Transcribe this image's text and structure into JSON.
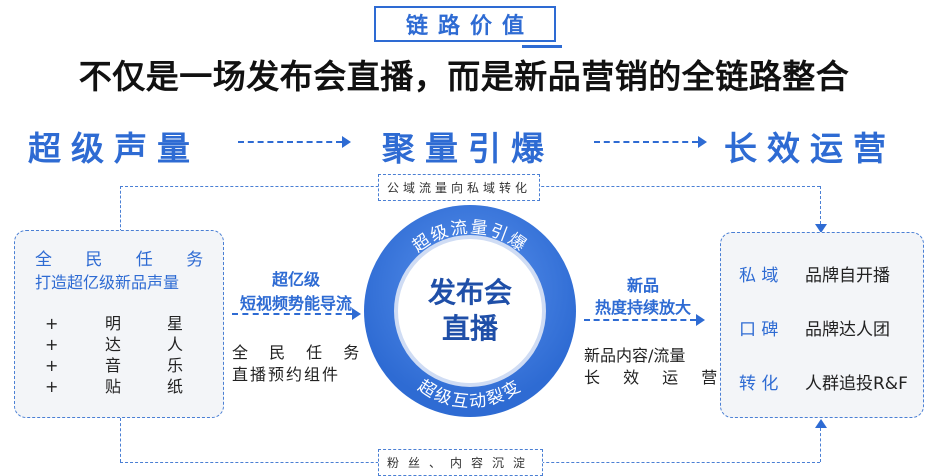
{
  "tag": "链路价值",
  "headline": "不仅是一场发布会直播，而是新品营销的全链路整合",
  "stages": [
    "超级声量",
    "聚量引爆",
    "长效运营"
  ],
  "top_flow": "公域流量向私域转化",
  "bottom_flow": "粉丝、内容沉淀",
  "left_panel": {
    "line1": "全 民 任 务",
    "line2": "打造超亿级新品声量",
    "items": [
      {
        "bullet": "+",
        "a": "明",
        "b": "星"
      },
      {
        "bullet": "+",
        "a": "达",
        "b": "人"
      },
      {
        "bullet": "+",
        "a": "音",
        "b": "乐"
      },
      {
        "bullet": "+",
        "a": "贴",
        "b": "纸"
      }
    ]
  },
  "left_mid": {
    "title1": "超亿级",
    "title2": "短视频势能导流",
    "sub1": "全 民 任 务",
    "sub2": "直播预约组件"
  },
  "right_mid": {
    "title1": "新品",
    "title2": "热度持续放大",
    "sub1": "新品内容/流量",
    "sub2": "长 效 运 营"
  },
  "center": {
    "line1": "发布会",
    "line2": "直播",
    "ring_top": "超级流量引爆",
    "ring_bottom": "超级互动裂变"
  },
  "right_panel": {
    "rows": [
      {
        "key": "私 域",
        "value": "品牌自开播"
      },
      {
        "key": "口 碑",
        "value": "品牌达人团"
      },
      {
        "key": "转 化",
        "value": "人群追投R&F"
      }
    ]
  },
  "colors": {
    "accent": "#2e6bd3",
    "panel_bg": "#f3f5f8"
  }
}
